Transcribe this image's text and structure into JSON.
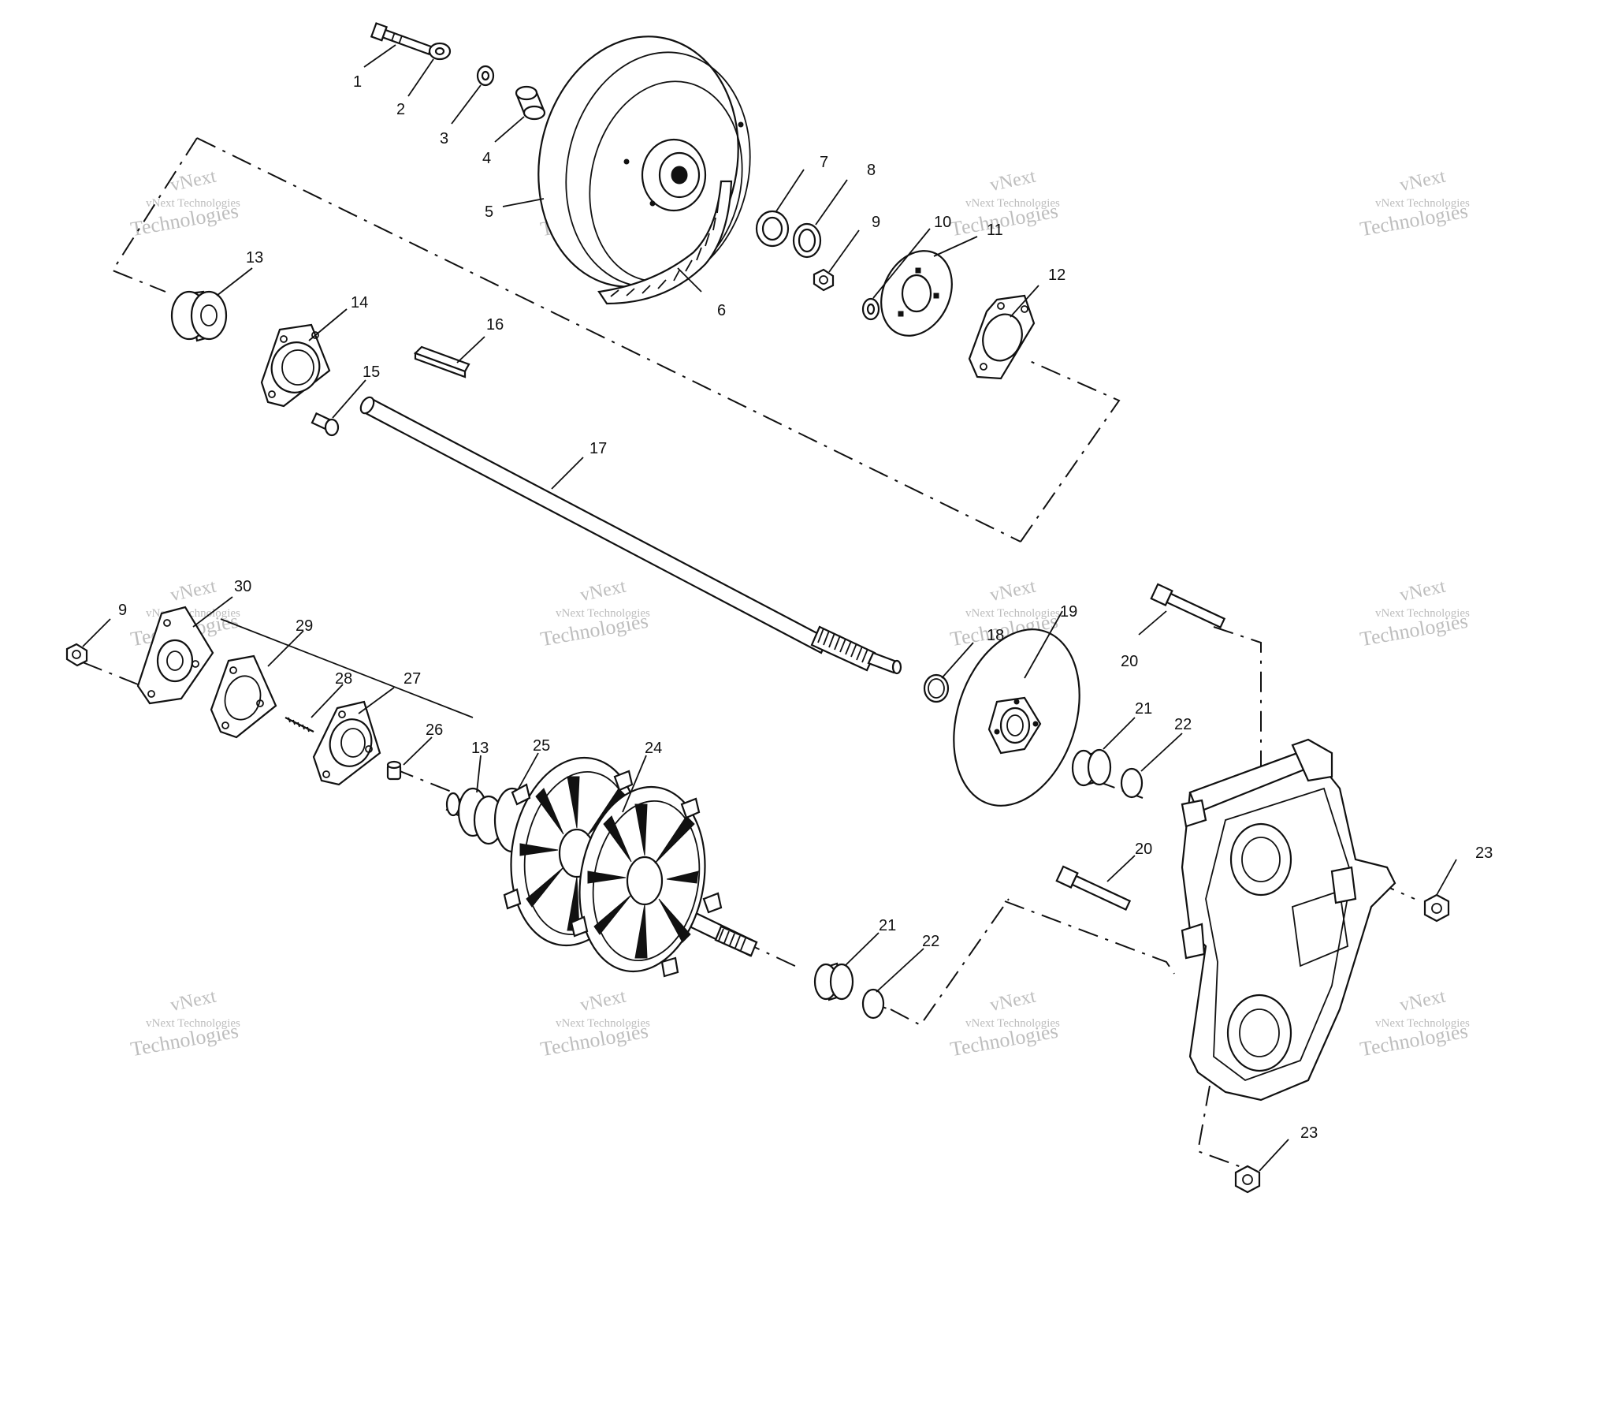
{
  "watermark": {
    "line1": "vNext",
    "line2": "vNext Technologies",
    "line3": "Technologies"
  },
  "callouts": [
    "1",
    "2",
    "3",
    "4",
    "5",
    "6",
    "7",
    "8",
    "9",
    "10",
    "11",
    "12",
    "13",
    "14",
    "15",
    "16",
    "17",
    "9",
    "30",
    "29",
    "28",
    "27",
    "26",
    "13",
    "25",
    "24",
    "18",
    "19",
    "20",
    "21",
    "22",
    "20",
    "21",
    "22",
    "23",
    "23"
  ]
}
